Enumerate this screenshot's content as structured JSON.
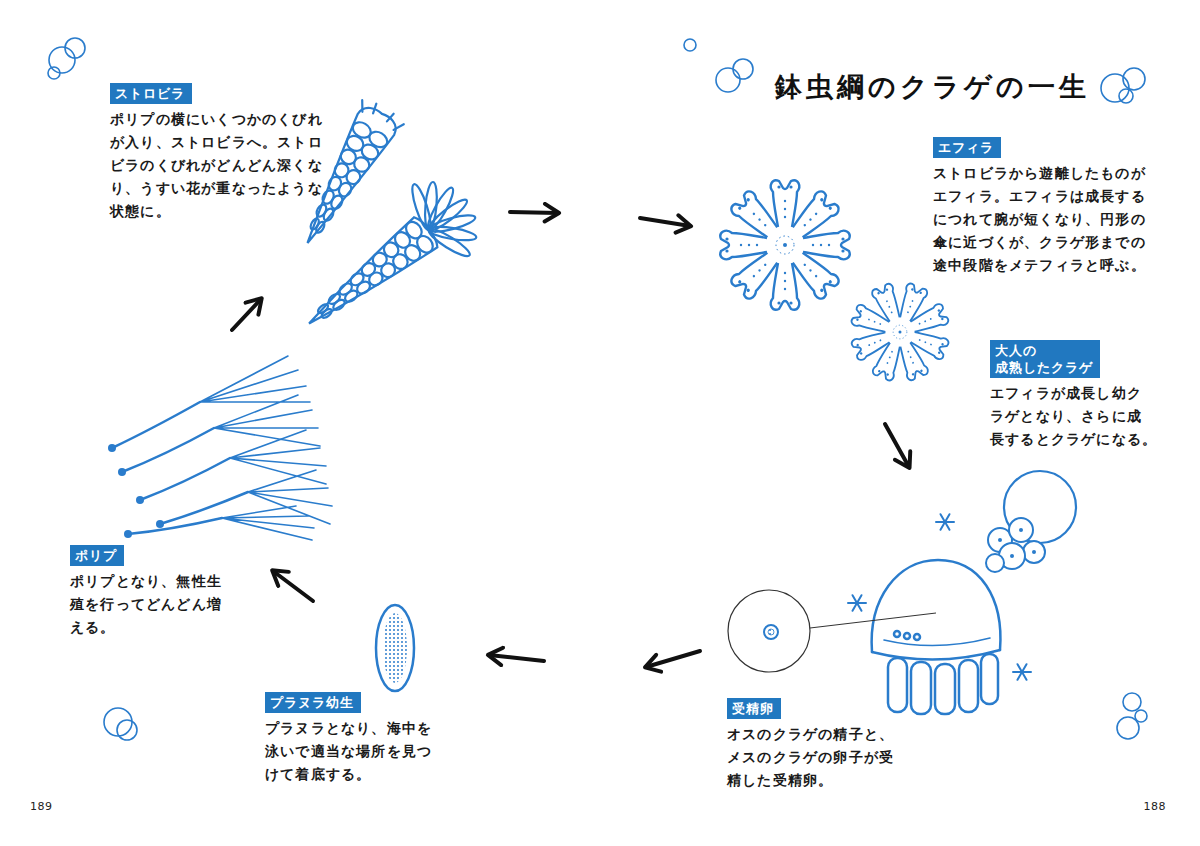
{
  "diagram": {
    "title": "鉢虫綱のクラゲの一生",
    "nodes": [
      {
        "text": [
          "ストロビラ",
          "ポリプの横にいくつかのくびれ が入り、ストロビラへ。ストロ ビラのくびれがどんどん深くな り、うすい花が重なったような 状態に。"
        ]
      },
      {
        "text": [
          "エフィラ",
          "ストロビラから遊離したものが エフィラ。エフィラは成長する につれて腕が短くなり、円形の 傘に近づくが、クラゲ形までの 途中段階をメテフィラと呼ぶ。"
        ]
      },
      {
        "text": [
          "大人の 成熟したクラゲ",
          "エフィラが成長し幼ク ラゲとなり、さらに成 長するとクラゲになる。"
        ]
      },
      {
        "text": [
          "受精卵",
          "オスのクラゲの精子と、 メスのクラゲの卵子が受 精した受精卵。"
        ]
      },
      {
        "text": [
          "プラヌラ幼生",
          "プラヌラとなり、海中を 泳いで適当な場所を見つ けて着底する。"
        ]
      },
      {
        "text": [
          "ポリプ",
          "ポリプとなり、無性生 殖を行ってどんどん増 える。"
        ]
      }
    ],
    "labels": [
      "189",
      "188"
    ]
  }
}
